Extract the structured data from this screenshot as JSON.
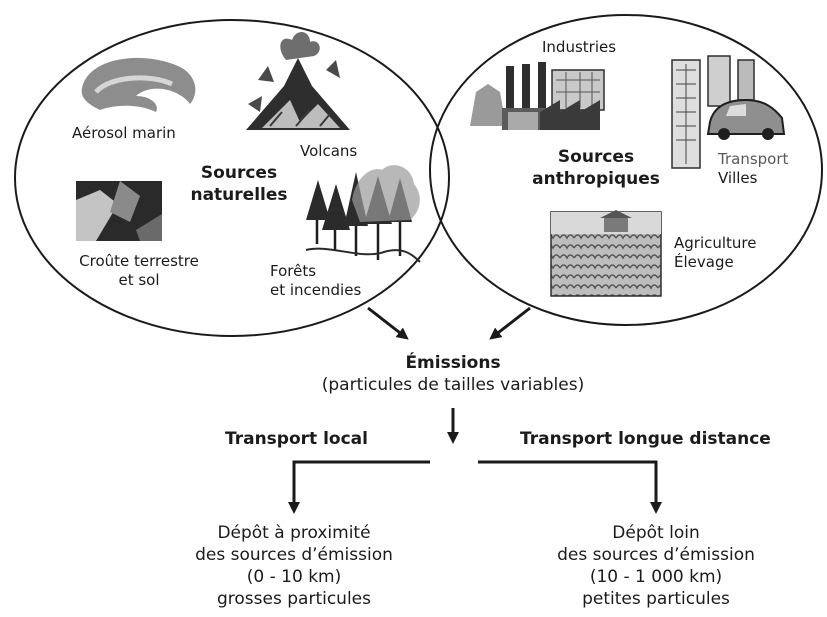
{
  "natural": {
    "title_line1": "Sources",
    "title_line2": "naturelles",
    "sea_spray": "Aérosol marin",
    "volcanoes": "Volcans",
    "crust_line1": "Croûte terrestre",
    "crust_line2": "et sol",
    "forests_line1": "Forêts",
    "forests_line2": "et incendies"
  },
  "anthropic": {
    "title_line1": "Sources",
    "title_line2": "anthropiques",
    "industries": "Industries",
    "transport": "Transport",
    "cities": "Villes",
    "agriculture": "Agriculture",
    "livestock": "Élevage"
  },
  "emissions": {
    "title": "Émissions",
    "subtitle": "(particules de tailles variables)"
  },
  "local": {
    "heading": "Transport local",
    "line1": "Dépôt à proximité",
    "line2": "des sources d’émission",
    "line3": "(0 - 10 km)",
    "line4": "grosses particules"
  },
  "long": {
    "heading": "Transport longue distance",
    "line1": "Dépôt loin",
    "line2": "des sources d’émission",
    "line3": "(10 - 1 000 km)",
    "line4": "petites particules"
  },
  "colors": {
    "ink": "#1a1a1a",
    "photo_grey": "#8a8a8a",
    "photo_dark": "#2a2a2a"
  }
}
